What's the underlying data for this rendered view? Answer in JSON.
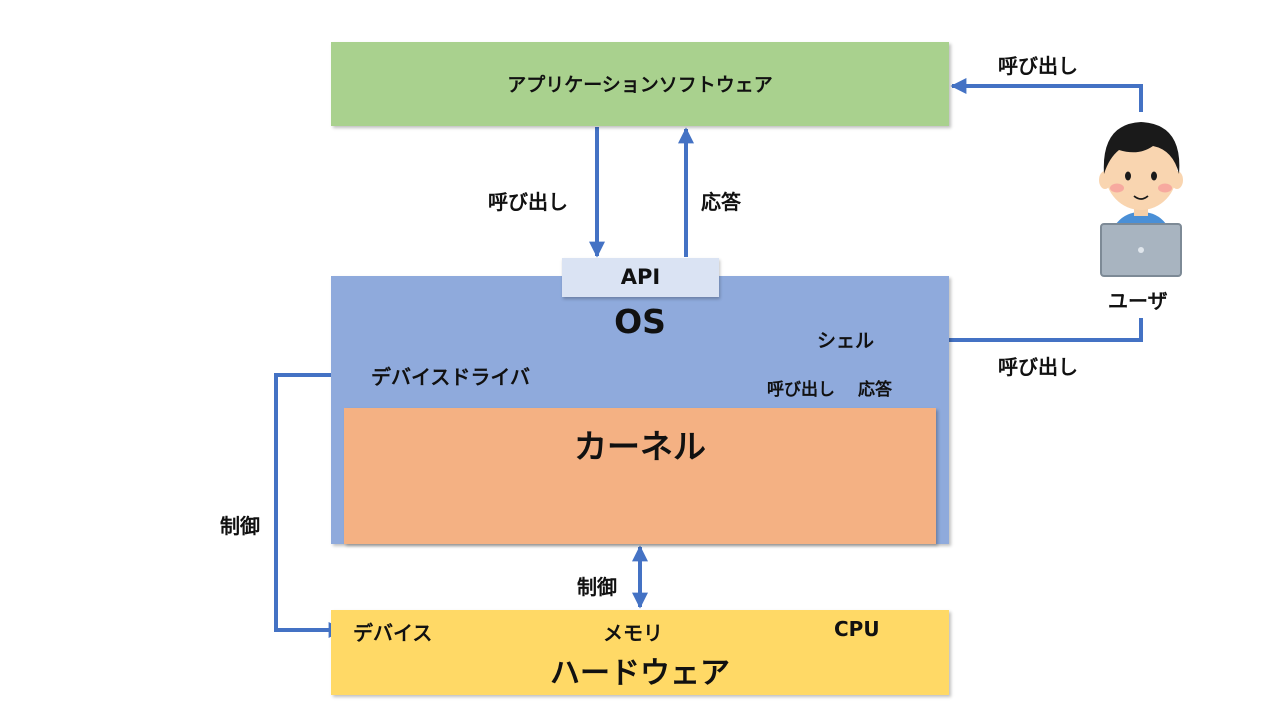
{
  "app_layer": {
    "label": "アプリケーションソフトウェア"
  },
  "api": {
    "label": "API"
  },
  "os": {
    "label": "OS",
    "shell_label": "シェル",
    "device_driver_label": "デバイスドライバ"
  },
  "kernel": {
    "label": "カーネル"
  },
  "hardware": {
    "label": "ハードウェア",
    "device_label": "デバイス",
    "memory_label": "メモリ",
    "cpu_label": "CPU"
  },
  "user": {
    "label": "ユーザ"
  },
  "edges": {
    "user_to_app": "呼び出し",
    "user_to_shell": "呼び出し",
    "app_to_api": "呼び出し",
    "api_to_app": "応答",
    "shell_kernel_call": "呼び出し",
    "shell_kernel_response": "応答",
    "driver_control": "制御",
    "kernel_hw_control": "制御"
  },
  "colors": {
    "application": "#a9d18e",
    "os": "#8faadc",
    "api": "#dae3f3",
    "kernel": "#f4b183",
    "hardware": "#ffd966",
    "arrow": "#4472c4"
  }
}
